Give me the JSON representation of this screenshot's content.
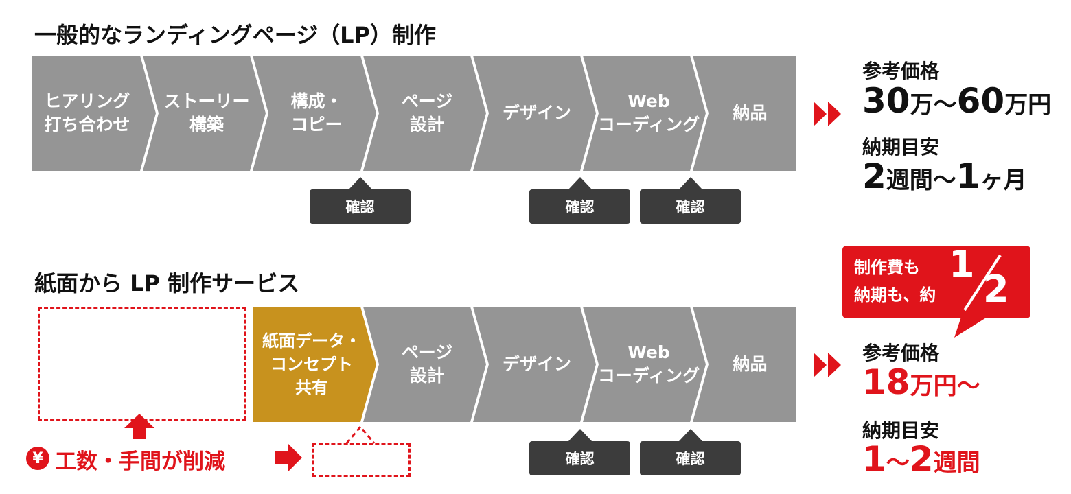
{
  "colors": {
    "step_gray": "#959595",
    "step_gold": "#c8921e",
    "confirm_bg": "#3c3c3c",
    "accent_red": "#e0141b",
    "text_dark": "#111111"
  },
  "section1": {
    "title": "一般的なランディングページ（LP）制作",
    "steps": [
      {
        "line1": "ヒアリング",
        "line2": "打ち合わせ"
      },
      {
        "line1": "ストーリー",
        "line2": "構築"
      },
      {
        "line1": "構成・",
        "line2": "コピー"
      },
      {
        "line1": "ページ",
        "line2": "設計"
      },
      {
        "line1": "デザイン",
        "line2": ""
      },
      {
        "line1": "Web",
        "line2": "コーディング"
      },
      {
        "line1": "納品",
        "line2": ""
      }
    ],
    "confirms": [
      "確認",
      "確認",
      "確認"
    ],
    "info": {
      "price_label": "参考価格",
      "price_num1": "30",
      "price_unit1": "万",
      "price_sep": "～",
      "price_num2": "60",
      "price_unit2": "万円",
      "period_label": "納期目安",
      "period_num1": "2",
      "period_unit1": "週間",
      "period_sep": "～",
      "period_num2": "1",
      "period_unit2": "ヶ月"
    }
  },
  "section2": {
    "title": "紙面から LP 制作サービス",
    "steps": [
      {
        "line1": "紙面データ・",
        "line2": "コンセプト",
        "line3": "共有"
      },
      {
        "line1": "ページ",
        "line2": "設計"
      },
      {
        "line1": "デザイン",
        "line2": ""
      },
      {
        "line1": "Web",
        "line2": "コーディング"
      },
      {
        "line1": "納品",
        "line2": ""
      }
    ],
    "confirms": [
      "確認",
      "確認"
    ],
    "reduction": {
      "yen_icon": "¥",
      "text": "工数・手間が削減"
    },
    "callout": {
      "line1": "制作費も",
      "line2": "納期も、約",
      "fraction_num": "1",
      "fraction_den": "2"
    },
    "info": {
      "price_label": "参考価格",
      "price_num": "18",
      "price_unit": "万円～",
      "period_label": "納期目安",
      "period_num1": "1",
      "period_sep": "～",
      "period_num2": "2",
      "period_unit": "週間"
    }
  }
}
